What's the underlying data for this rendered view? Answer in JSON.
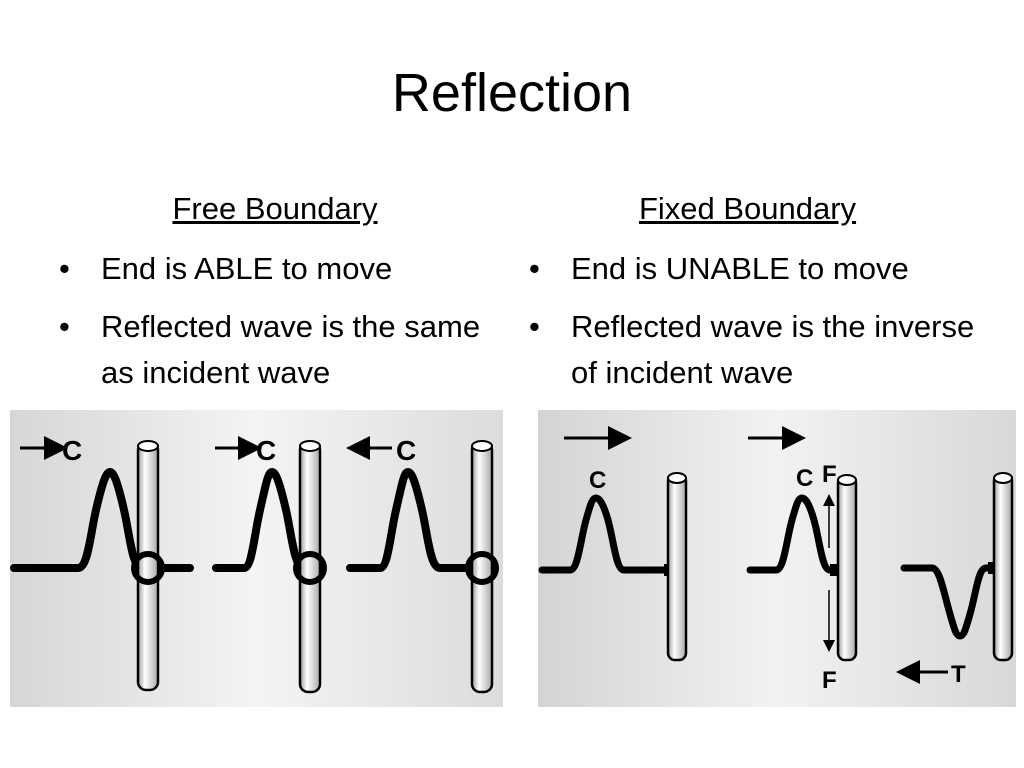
{
  "slide": {
    "title": "Reflection"
  },
  "left": {
    "heading": "Free Boundary",
    "bullets": [
      "End is ABLE to move",
      "Reflected wave is the same as incident wave"
    ]
  },
  "right": {
    "heading": "Fixed Boundary",
    "bullets": [
      "End is UNABLE to move",
      "Reflected wave is the inverse of incident wave"
    ]
  },
  "figure_labels": {
    "c": "C",
    "f": "F",
    "t": "T"
  },
  "bullet_glyph": "•"
}
